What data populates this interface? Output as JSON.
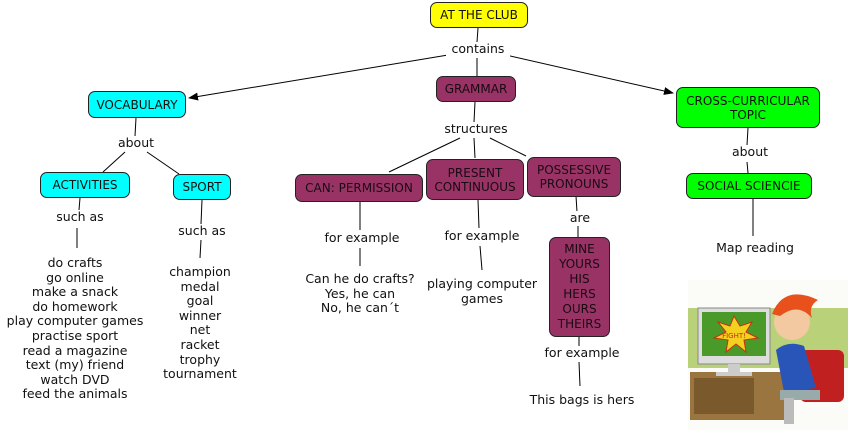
{
  "diagram": {
    "root": {
      "label": "AT THE CLUB",
      "color": "#ffff00"
    },
    "root_link": "contains",
    "vocabulary": {
      "label": "VOCABULARY",
      "color": "#00ffff",
      "link": "about",
      "activities": {
        "label": "ACTIVITIES",
        "link": "such as",
        "items": [
          "do crafts",
          "go online",
          "make a snack",
          "do homework",
          "play computer games",
          "practise sport",
          "read a magazine",
          "text (my) friend",
          "watch DVD",
          "feed the animals"
        ]
      },
      "sport": {
        "label": "SPORT",
        "link": "such as",
        "items": [
          "champion",
          "medal",
          "goal",
          "winner",
          "net",
          "racket",
          "trophy",
          "tournament"
        ]
      }
    },
    "grammar": {
      "label": "GRAMMAR",
      "color": "#993366",
      "link": "structures",
      "can_permission": {
        "label": "CAN: PERMISSION",
        "link": "for example",
        "examples": [
          "Can he do crafts?",
          "Yes, he can",
          "No, he can´t"
        ]
      },
      "present_continuous": {
        "label": "PRESENT\nCONTINUOUS",
        "link": "for example",
        "example": "playing computer\ngames"
      },
      "possessive_pronouns": {
        "label": "POSSESSIVE\nPRONOUNS",
        "link": "are",
        "pronouns": "MINE\nYOURS\nHIS\nHERS\nOURS\nTHEIRS",
        "pronouns_link": "for example",
        "example": "This bags is hers"
      }
    },
    "cross_curricular": {
      "label": "CROSS-CURRICULAR\nTOPIC",
      "color": "#00ff00",
      "link": "about",
      "social_science": {
        "label": "SOCIAL SCIENCIE",
        "example": "Map reading"
      }
    },
    "illustration": {
      "description": "cartoon boy playing a computer game",
      "screen_text": "FIGHT!"
    }
  }
}
